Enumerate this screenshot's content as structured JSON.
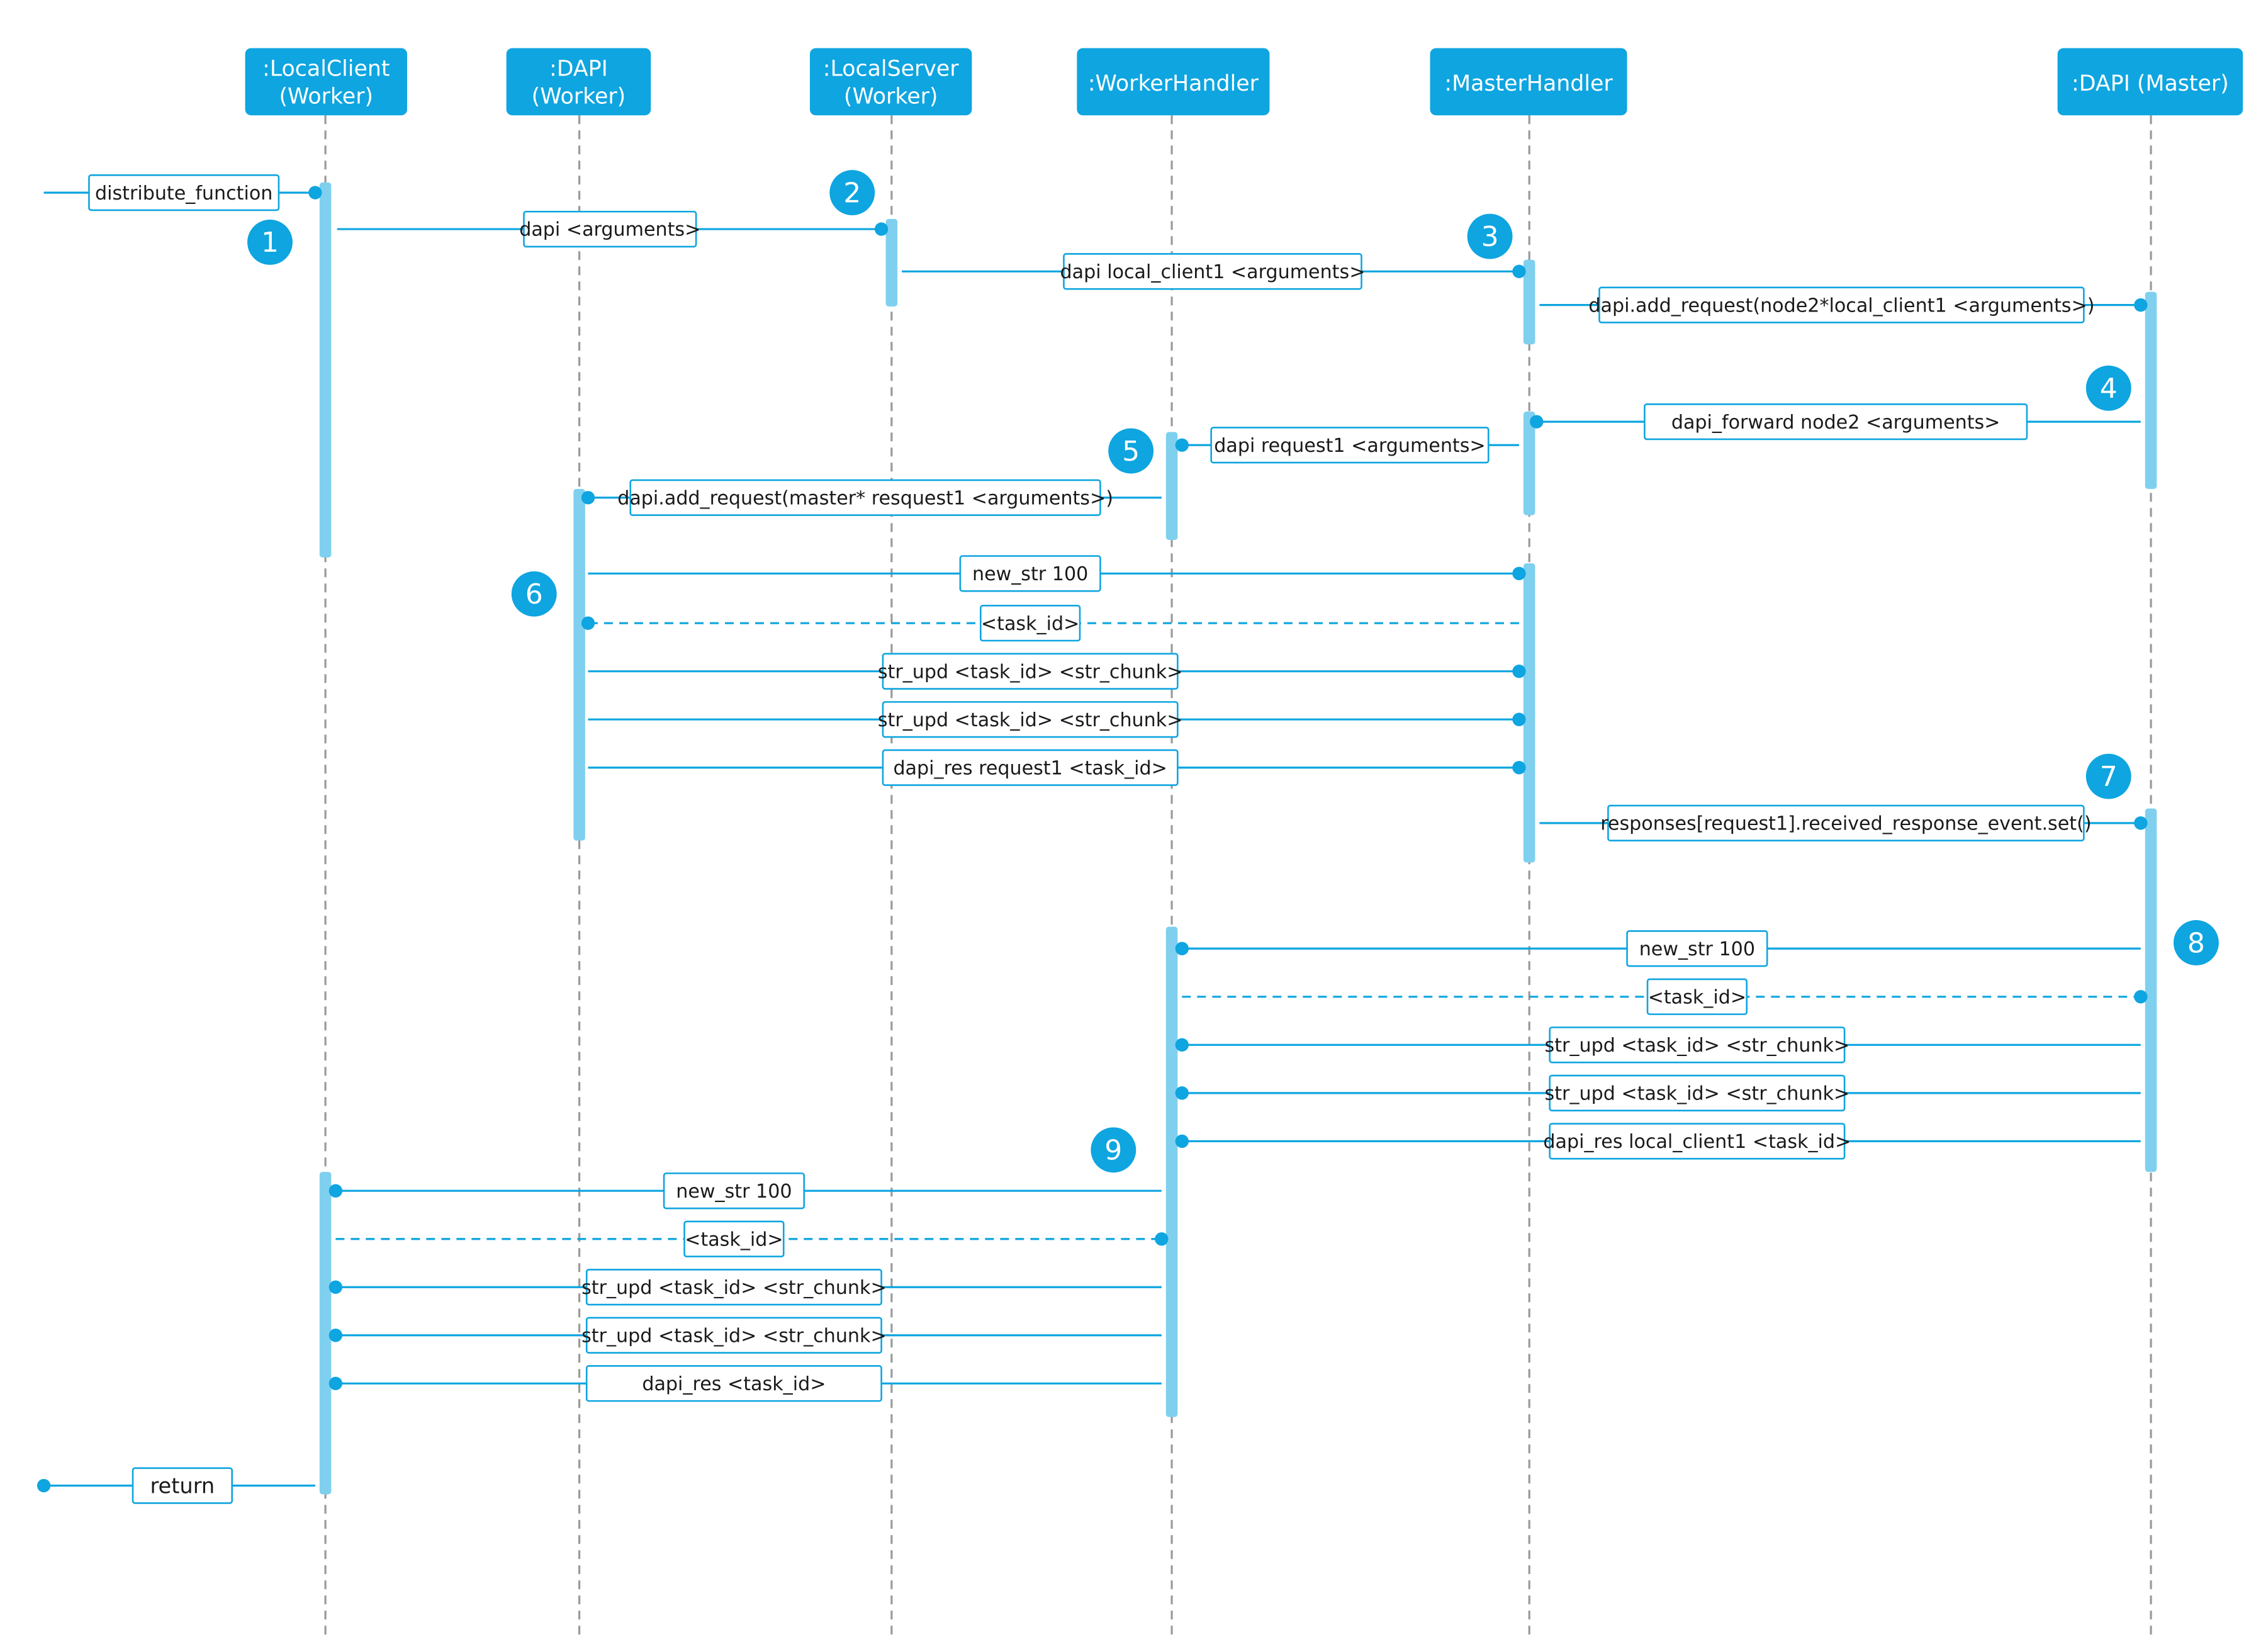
{
  "colors": {
    "primary": "#0ea5e0",
    "activation": "#7fd0ef",
    "lifeline": "#9a9a9a",
    "header_text": "#ffffff",
    "label_text": "#1a1a1a",
    "badge_text": "#ffffff",
    "background": "#ffffff"
  },
  "participants": [
    {
      "id": "lc",
      "lines": [
        ":LocalClient",
        "(Worker)"
      ]
    },
    {
      "id": "dw",
      "lines": [
        ":DAPI",
        "(Worker)"
      ]
    },
    {
      "id": "ls",
      "lines": [
        ":LocalServer",
        "(Worker)"
      ]
    },
    {
      "id": "wh",
      "lines": [
        ":WorkerHandler"
      ]
    },
    {
      "id": "mh",
      "lines": [
        ":MasterHandler"
      ]
    },
    {
      "id": "dm",
      "lines": [
        ":DAPI (Master)"
      ]
    }
  ],
  "messages": [
    {
      "from": "start",
      "to": "lc",
      "label": "distribute_function",
      "style": "solid"
    },
    {
      "from": "lc",
      "to": "ls",
      "label": "dapi <arguments>",
      "style": "solid"
    },
    {
      "from": "ls",
      "to": "mh",
      "label": "dapi local_client1 <arguments>",
      "style": "solid"
    },
    {
      "from": "mh",
      "to": "dm",
      "label": "dapi.add_request(node2*local_client1 <arguments>)",
      "style": "solid"
    },
    {
      "from": "dm",
      "to": "mh",
      "label": "dapi_forward node2 <arguments>",
      "style": "solid"
    },
    {
      "from": "mh",
      "to": "wh",
      "label": "dapi request1 <arguments>",
      "style": "solid"
    },
    {
      "from": "wh",
      "to": "dw",
      "label": "dapi.add_request(master* resquest1 <arguments>)",
      "style": "solid"
    },
    {
      "from": "dw",
      "to": "mh",
      "label": "new_str 100",
      "style": "solid"
    },
    {
      "from": "mh",
      "to": "dw",
      "label": "<task_id>",
      "style": "dashed"
    },
    {
      "from": "dw",
      "to": "mh",
      "label": "str_upd <task_id> <str_chunk>",
      "style": "solid"
    },
    {
      "from": "dw",
      "to": "mh",
      "label": "str_upd <task_id> <str_chunk>",
      "style": "solid"
    },
    {
      "from": "dw",
      "to": "mh",
      "label": "dapi_res request1 <task_id>",
      "style": "solid"
    },
    {
      "from": "mh",
      "to": "dm",
      "label": "responses[request1].received_response_event.set()",
      "style": "solid"
    },
    {
      "from": "dm",
      "to": "wh",
      "label": "new_str 100",
      "style": "solid"
    },
    {
      "from": "wh",
      "to": "dm",
      "label": "<task_id>",
      "style": "dashed"
    },
    {
      "from": "dm",
      "to": "wh",
      "label": "str_upd <task_id> <str_chunk>",
      "style": "solid"
    },
    {
      "from": "dm",
      "to": "wh",
      "label": "str_upd <task_id> <str_chunk>",
      "style": "solid"
    },
    {
      "from": "dm",
      "to": "wh",
      "label": "dapi_res local_client1 <task_id>",
      "style": "solid"
    },
    {
      "from": "wh",
      "to": "lc",
      "label": "new_str 100",
      "style": "solid"
    },
    {
      "from": "lc",
      "to": "wh",
      "label": "<task_id>",
      "style": "dashed"
    },
    {
      "from": "wh",
      "to": "lc",
      "label": "str_upd <task_id> <str_chunk>",
      "style": "solid"
    },
    {
      "from": "wh",
      "to": "lc",
      "label": "str_upd <task_id> <str_chunk>",
      "style": "solid"
    },
    {
      "from": "wh",
      "to": "lc",
      "label": "dapi_res <task_id>",
      "style": "solid"
    },
    {
      "from": "lc",
      "to": "end",
      "label": "return",
      "style": "solid"
    }
  ],
  "steps": [
    "1",
    "2",
    "3",
    "4",
    "5",
    "6",
    "7",
    "8",
    "9"
  ]
}
